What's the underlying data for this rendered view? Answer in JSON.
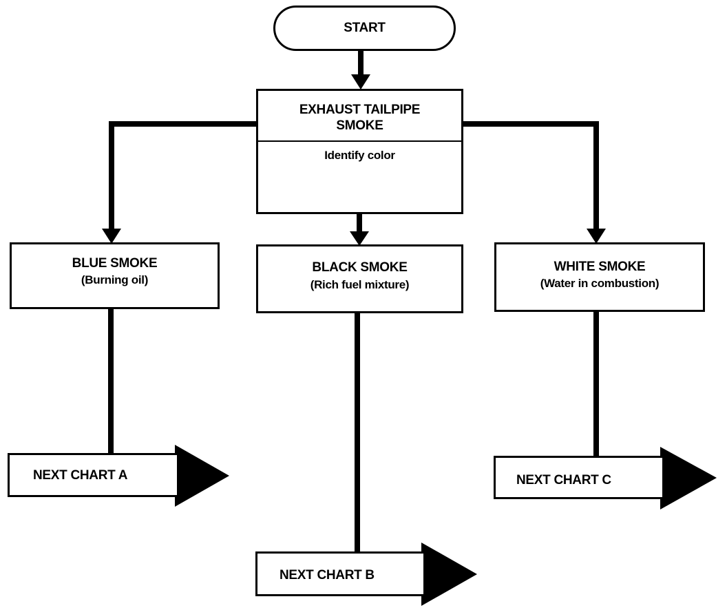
{
  "flowchart": {
    "start": {
      "label": "START"
    },
    "exhaust": {
      "title_line1": "EXHAUST TAILPIPE",
      "title_line2": "SMOKE",
      "instruction": "Identify color"
    },
    "blue": {
      "title": "BLUE SMOKE",
      "subtitle": "(Burning oil)",
      "next": "NEXT CHART A"
    },
    "black": {
      "title": "BLACK SMOKE",
      "subtitle": "(Rich fuel mixture)",
      "next": "NEXT CHART B"
    },
    "white": {
      "title": "WHITE SMOKE",
      "subtitle": "(Water in combustion)",
      "next": "NEXT CHART C"
    }
  }
}
